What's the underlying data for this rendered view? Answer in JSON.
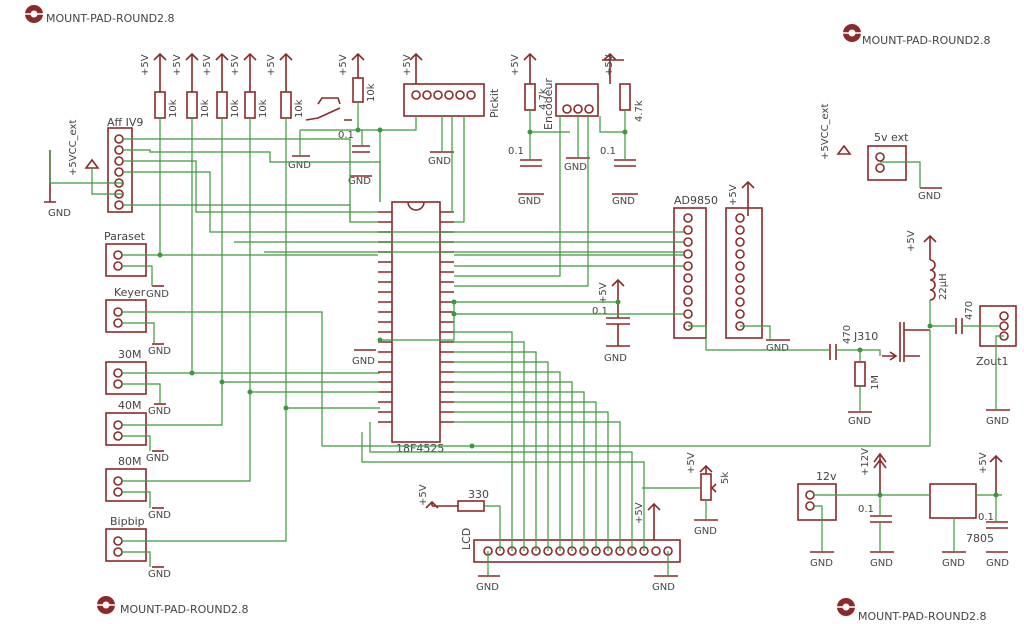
{
  "mount_pads": {
    "label": "MOUNT-PAD-ROUND2.8"
  },
  "mcu": {
    "name": "18F4525"
  },
  "dds": {
    "name": "AD9850"
  },
  "connectors": {
    "aff": "Aff IV9",
    "paraset": "Paraset",
    "keyer": "Keyer",
    "m30": "30M",
    "m40": "40M",
    "m80": "80M",
    "bipbip": "Bipbip",
    "pickit": "Pickit",
    "encodeur": "Encodeur",
    "lcd": "LCD",
    "ext5v": "5v ext",
    "v12": "12v",
    "zout": "Zout1"
  },
  "components": {
    "r10k": "10k",
    "r47k": "4.7k",
    "c01": "0.1",
    "r330": "330",
    "r5k": "5k",
    "c470": "470",
    "jfet": "J310",
    "r1m": "1M",
    "inductor": "22µH",
    "reg": "7805"
  },
  "nets": {
    "gnd": "GND",
    "p5v": "+5V",
    "p12v": "+12V",
    "p5vext": "+5VCC_ext",
    "p5vext2": "+5VCC_ext"
  }
}
